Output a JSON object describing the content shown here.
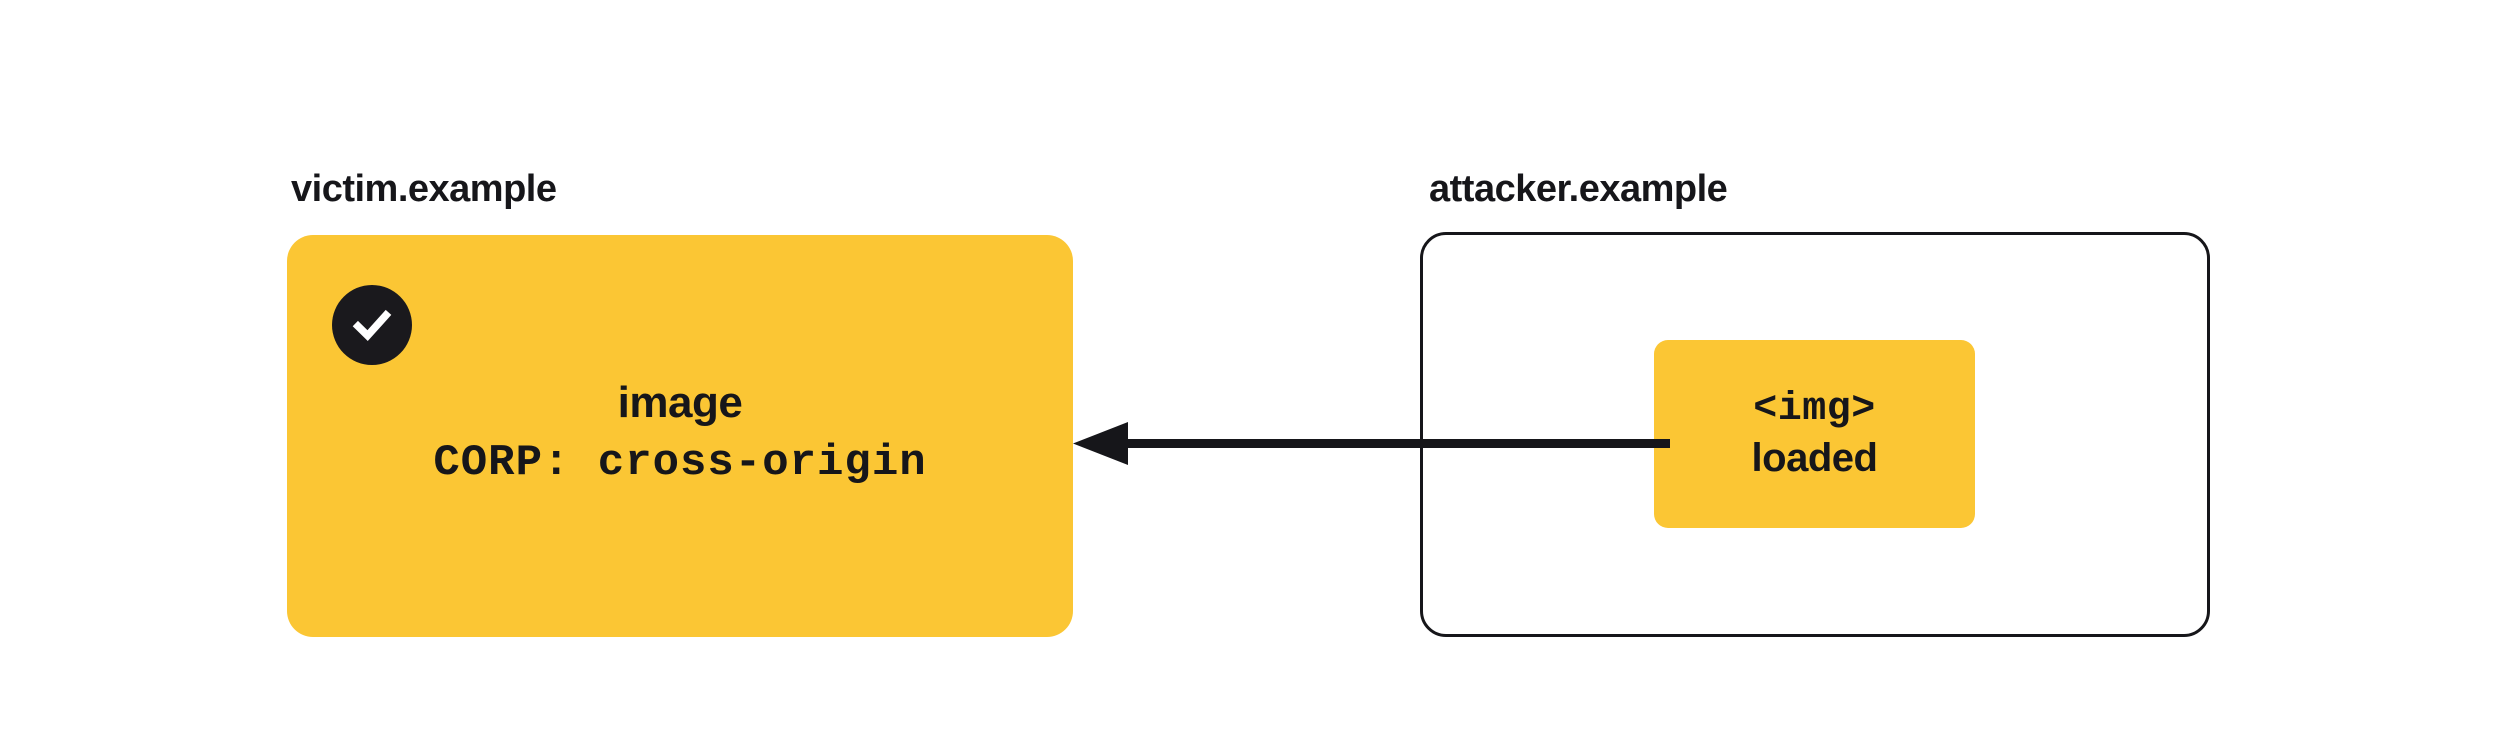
{
  "diagram": {
    "title_victim": "victim.example",
    "title_attacker": "attacker.example",
    "colors": {
      "resource_fill": "#fbc634",
      "ink": "#16161a",
      "badge_fill": "#1a191d",
      "badge_check": "#ffffff",
      "page_background": "#ffffff"
    },
    "victim_origin": {
      "label": "victim.example",
      "resource": {
        "kind_label": "image",
        "header_label": "CORP: cross-origin",
        "status_icon": "check-circle-icon",
        "status_meaning": "allowed"
      }
    },
    "attacker_origin": {
      "label": "attacker.example",
      "element": {
        "tag_label": "<img>",
        "state_label": "loaded"
      }
    },
    "arrow": {
      "icon": "arrow-left-icon",
      "direction": "right-to-left",
      "from": "attacker.example",
      "to": "victim.example",
      "label": ""
    }
  }
}
